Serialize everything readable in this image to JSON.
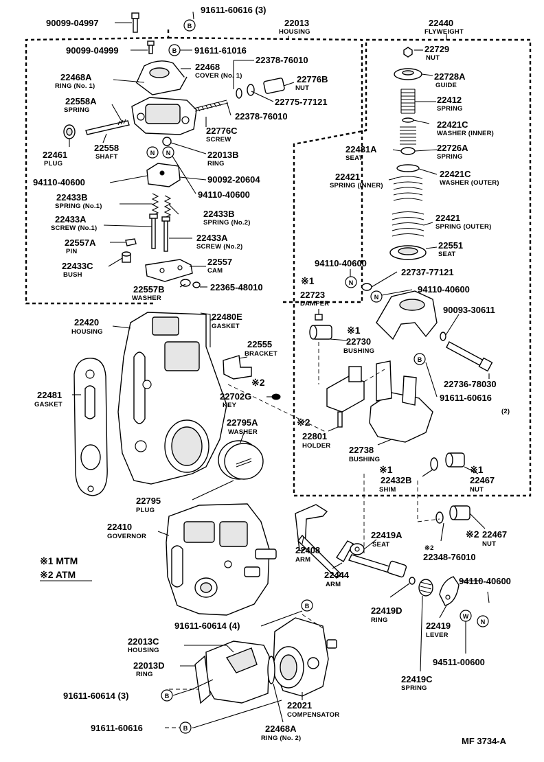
{
  "callouts": [
    {
      "id": "c1",
      "number": "90099-04997",
      "sub": ""
    },
    {
      "id": "c2",
      "number": "91611-60616 (3)",
      "sub": ""
    },
    {
      "id": "c3",
      "number": "22013",
      "sub": "HOUSING"
    },
    {
      "id": "c4",
      "number": "90099-04999",
      "sub": ""
    },
    {
      "id": "c5",
      "number": "91611-61016",
      "sub": ""
    },
    {
      "id": "c6",
      "number": "22378-76010",
      "sub": ""
    },
    {
      "id": "c7",
      "number": "22468A",
      "sub": "RING (No. 1)"
    },
    {
      "id": "c8",
      "number": "22468",
      "sub": "COVER (No. 1)"
    },
    {
      "id": "c9",
      "number": "22776B",
      "sub": "NUT"
    },
    {
      "id": "c10",
      "number": "22558A",
      "sub": "SPRING"
    },
    {
      "id": "c11",
      "number": "22775-77121",
      "sub": ""
    },
    {
      "id": "c12",
      "number": "22378-76010",
      "sub": ""
    },
    {
      "id": "c13",
      "number": "22776C",
      "sub": "SCREW"
    },
    {
      "id": "c14",
      "number": "22461",
      "sub": "PLUG"
    },
    {
      "id": "c15",
      "number": "22558",
      "sub": "SHAFT"
    },
    {
      "id": "c16",
      "number": "22013B",
      "sub": "RING"
    },
    {
      "id": "c17",
      "number": "94110-40600",
      "sub": ""
    },
    {
      "id": "c18",
      "number": "90092-20604",
      "sub": ""
    },
    {
      "id": "c19",
      "number": "94110-40600",
      "sub": ""
    },
    {
      "id": "c20",
      "number": "22433B",
      "sub": "SPRING (No.1)"
    },
    {
      "id": "c21",
      "number": "22433B",
      "sub": "SPRING (No.2)"
    },
    {
      "id": "c22",
      "number": "22433A",
      "sub": "SCREW (No.1)"
    },
    {
      "id": "c23",
      "number": "22557A",
      "sub": "PIN"
    },
    {
      "id": "c24",
      "number": "22433A",
      "sub": "SCREW (No.2)"
    },
    {
      "id": "c25",
      "number": "22433C",
      "sub": "BUSH"
    },
    {
      "id": "c26",
      "number": "22557",
      "sub": "CAM"
    },
    {
      "id": "c27",
      "number": "22557B",
      "sub": "WASHER"
    },
    {
      "id": "c28",
      "number": "22365-48010",
      "sub": ""
    },
    {
      "id": "c29",
      "number": "22440",
      "sub": "FLYWEIGHT"
    },
    {
      "id": "c30",
      "number": "22729",
      "sub": "NUT"
    },
    {
      "id": "c31",
      "number": "22728A",
      "sub": "GUIDE"
    },
    {
      "id": "c32",
      "number": "22412",
      "sub": "SPRING"
    },
    {
      "id": "c33",
      "number": "22421C",
      "sub": "WASHER (INNER)"
    },
    {
      "id": "c34",
      "number": "22481A",
      "sub": "SEAT"
    },
    {
      "id": "c35",
      "number": "22726A",
      "sub": "SPRING"
    },
    {
      "id": "c36",
      "number": "22421",
      "sub": "SPRING (INNER)"
    },
    {
      "id": "c37",
      "number": "22421C",
      "sub": "WASHER (OUTER)"
    },
    {
      "id": "c38",
      "number": "22421",
      "sub": "SPRING (OUTER)"
    },
    {
      "id": "c39",
      "number": "22551",
      "sub": "SEAT"
    },
    {
      "id": "c40",
      "number": "94110-40600",
      "sub": ""
    },
    {
      "id": "c41",
      "number": "22737-77121",
      "sub": ""
    },
    {
      "id": "c42",
      "number": "94110-40600",
      "sub": ""
    },
    {
      "id": "c43",
      "number": "22723",
      "sub": "DAMPER"
    },
    {
      "id": "c44",
      "number": "90093-30611",
      "sub": ""
    },
    {
      "id": "c45",
      "number": "22730",
      "sub": "BUSHING"
    },
    {
      "id": "c46",
      "number": "22420",
      "sub": "HOUSING"
    },
    {
      "id": "c47",
      "number": "22480E",
      "sub": "GASKET"
    },
    {
      "id": "c48",
      "number": "22555",
      "sub": "BRACKET"
    },
    {
      "id": "c49",
      "number": "22736-78030",
      "sub": ""
    },
    {
      "id": "c50",
      "number": "22702G",
      "sub": "KEY"
    },
    {
      "id": "c51",
      "number": "91611-60616",
      "sub": "(2)"
    },
    {
      "id": "c52",
      "number": "22481",
      "sub": "GASKET"
    },
    {
      "id": "c53",
      "number": "22795A",
      "sub": "WASHER"
    },
    {
      "id": "c54",
      "number": "22801",
      "sub": "HOLDER"
    },
    {
      "id": "c55",
      "number": "22738",
      "sub": "BUSHING"
    },
    {
      "id": "c56",
      "number": "22432B",
      "sub": "SHIM"
    },
    {
      "id": "c57",
      "number": "22467",
      "sub": "NUT"
    },
    {
      "id": "c58",
      "number": "22795",
      "sub": "PLUG"
    },
    {
      "id": "c59",
      "number": "22410",
      "sub": "GOVERNOR"
    },
    {
      "id": "c60",
      "number": "22419A",
      "sub": "SEAT"
    },
    {
      "id": "c61",
      "number": "22467",
      "sub": "NUT"
    },
    {
      "id": "c62",
      "number": "22408",
      "sub": "ARM"
    },
    {
      "id": "c63",
      "number": "22348-76010",
      "sub": ""
    },
    {
      "id": "c64",
      "number": "22444",
      "sub": "ARM"
    },
    {
      "id": "c65",
      "number": "94110-40600",
      "sub": ""
    },
    {
      "id": "c66",
      "number": "22419D",
      "sub": "RING"
    },
    {
      "id": "c67",
      "number": "91611-60614 (4)",
      "sub": ""
    },
    {
      "id": "c68",
      "number": "22419",
      "sub": "LEVER"
    },
    {
      "id": "c69",
      "number": "22013C",
      "sub": "HOUSING"
    },
    {
      "id": "c70",
      "number": "94511-00600",
      "sub": ""
    },
    {
      "id": "c71",
      "number": "22013D",
      "sub": "RING"
    },
    {
      "id": "c72",
      "number": "22419C",
      "sub": "SPRING"
    },
    {
      "id": "c73",
      "number": "91611-60614 (3)",
      "sub": ""
    },
    {
      "id": "c74",
      "number": "22021",
      "sub": "COMPENSATOR"
    },
    {
      "id": "c75",
      "number": "91611-60616",
      "sub": ""
    },
    {
      "id": "c76",
      "number": "22468A",
      "sub": "RING (No. 2)"
    }
  ],
  "markers": {
    "1": "※1",
    "2": "※2"
  },
  "circle_symbols": {
    "b": "B",
    "n": "N",
    "w": "W"
  },
  "legend": {
    "mtm": "※1 MTM",
    "atm": "※2 ATM"
  },
  "footer_code": "MF 3734-A"
}
